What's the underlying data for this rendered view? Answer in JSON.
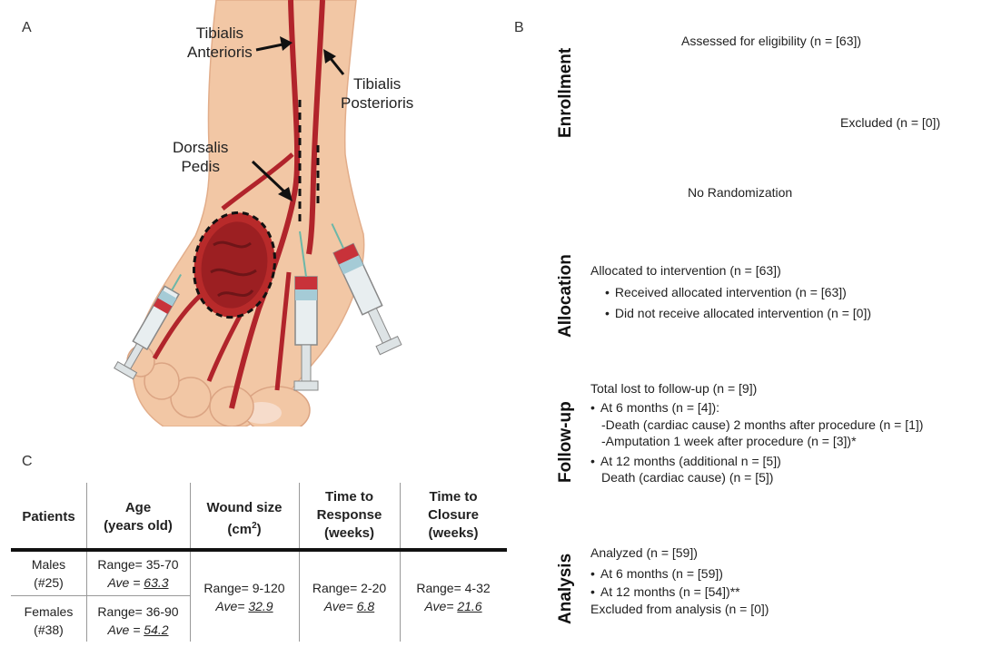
{
  "panel_a": {
    "letter": "A",
    "labels": {
      "tibialis_anterioris": [
        "Tibialis",
        "Anterioris"
      ],
      "tibialis_posterioris": [
        "Tibialis",
        "Posterioris"
      ],
      "dorsalis_pedis": [
        "Dorsalis",
        "Pedis"
      ]
    }
  },
  "panel_b": {
    "letter": "B",
    "stages": [
      "Enrollment",
      "Allocation",
      "Follow-up",
      "Analysis"
    ],
    "enrollment": {
      "assessed": "Assessed for eligibility (n = [63])",
      "excluded": "Excluded (n = [0])",
      "randomization": "No Randomization"
    },
    "allocation": {
      "title": "Allocated to intervention (n = [63])",
      "received": "Received allocated intervention (n = [63])",
      "not_received": "Did not receive allocated intervention (n = [0])"
    },
    "followup": {
      "title": "Total lost to follow-up (n = [9])",
      "six_months": "At 6 months (n = [4]):",
      "death_6": "-Death (cardiac cause) 2 months after procedure (n = [1])",
      "amputation": "-Amputation 1 week after procedure (n = [3])*",
      "twelve_months": "At 12 months (additional n = [5])",
      "death_12": "Death (cardiac cause) (n = [5])"
    },
    "analysis": {
      "title": "Analyzed (n = [59])",
      "six_months": "At 6 months (n = [59])",
      "twelve_months": "At 12 months (n = [54])**",
      "excluded": "Excluded from analysis (n = [0])"
    }
  },
  "panel_c": {
    "letter": "C",
    "headers": {
      "patients": "Patients",
      "age": [
        "Age",
        "(years old)"
      ],
      "wound": [
        "Wound size",
        "(cm",
        "2",
        ")"
      ],
      "response": [
        "Time to",
        "Response",
        "(weeks)"
      ],
      "closure": [
        "Time to",
        "Closure",
        "(weeks)"
      ]
    },
    "rows": {
      "males": {
        "label": [
          "Males",
          "(#25)"
        ],
        "range": "Range= 35-70",
        "ave_label": "Ave = ",
        "ave": "63.3"
      },
      "females": {
        "label": [
          "Females",
          "(#38)"
        ],
        "range": "Range= 36-90",
        "ave_label": "Ave = ",
        "ave": "54.2"
      }
    },
    "wound": {
      "range": "Range= 9-120",
      "ave_label": "Ave= ",
      "ave": "32.9"
    },
    "response": {
      "range": "Range= 2-20",
      "ave_label": "Ave= ",
      "ave": "6.8"
    },
    "closure": {
      "range": "Range= 4-32",
      "ave_label": "Ave= ",
      "ave": "21.6"
    }
  }
}
